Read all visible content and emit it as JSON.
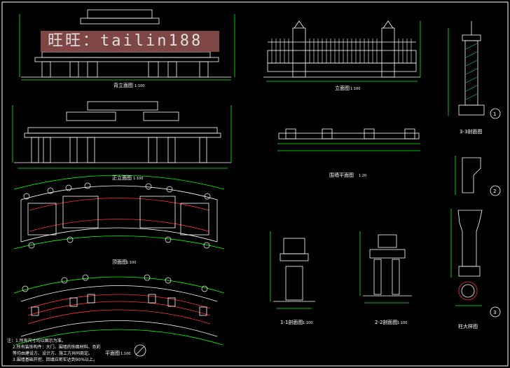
{
  "watermark": "旺旺：tailin188",
  "views": {
    "front_elevation": "背立面图",
    "elevation2": "正立面图",
    "roof_plan": "顶面图",
    "plan": "平面图",
    "fence_elevation": "立面图",
    "wall_plan": "围墙平面图",
    "section_1_1": "1-1剖面图",
    "section_2_2": "2-2剖面图",
    "section_3_3": "3-3剖面图",
    "column_detail": "柱大样图"
  },
  "scales": {
    "s100": "1:100",
    "s20": "1:20"
  },
  "detail_markers": [
    "1",
    "2",
    "3"
  ],
  "notes": [
    "注：1.所有尺寸均以图示为准。",
    "2.所有装饰构件：大门、围墙的饰面材料、色彩",
    "等均由建设方、设计方、施工方共同商定。",
    "3.围墙基础开挖、回填应密实达到90%以上。"
  ],
  "colors": {
    "background": "#000000",
    "primary_line": "#ffffff",
    "dimension_line": "#00ff00",
    "annotation": "#ffff00",
    "accent": "#ff3030",
    "hatch": "#00ffff"
  }
}
